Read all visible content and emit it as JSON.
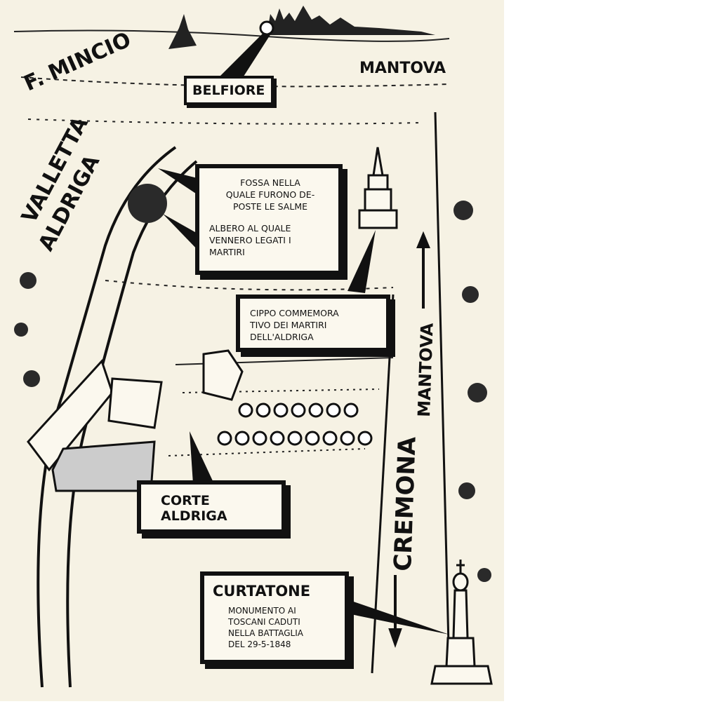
{
  "places": {
    "mincio": "F. MINCIO",
    "mantova_top": "MANTOVA",
    "belfiore": "BELFIORE",
    "valletta": "VALLETTA",
    "aldriga": "ALDRIGA",
    "mantova_road": "MANTOVA",
    "cremona_road": "CREMONA",
    "corte_aldriga": "CORTE\nALDRIGA",
    "curtatone": "CURTATONE"
  },
  "callouts": {
    "fossa": "FOSSA NELLA\nQUALE FURONO DE-\nPOSTE LE SALME",
    "albero": "ALBERO AL QUALE\nVENNERO LEGATI I\nMARTIRI",
    "cippo": "CIPPO COMMEMORA\nTIVO DEI MARTIRI\nDELL'ALDRIGA",
    "monumento": "MONUMENTO AI\nTOSCANI CADUTI\nNELLA BATTAGLIA\nDEL 29-5-1848"
  },
  "colors": {
    "ink": "#111111",
    "paper": "#f6f2e4",
    "box": "#fbf8ee"
  }
}
